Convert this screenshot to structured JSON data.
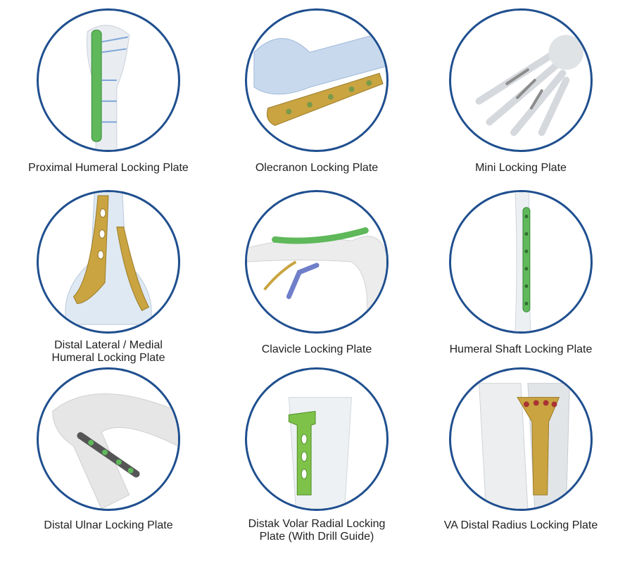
{
  "items": [
    {
      "label": "Proximal Humeral Locking Plate",
      "plate": "green"
    },
    {
      "label": "Olecranon Locking Plate",
      "plate": "gold"
    },
    {
      "label": "Mini Locking Plate",
      "plate": "grey"
    },
    {
      "label": "Distal Lateral / Medial\nHumeral Locking Plate",
      "plate": "gold"
    },
    {
      "label": "Clavicle Locking Plate",
      "plate": "green"
    },
    {
      "label": "Humeral Shaft Locking Plate",
      "plate": "green"
    },
    {
      "label": "Distal Ulnar Locking Plate",
      "plate": "grey"
    },
    {
      "label": "Distak Volar Radial Locking\nPlate (With Drill Guide)",
      "plate": "green"
    },
    {
      "label": "VA Distal Radius Locking Plate",
      "plate": "gold"
    }
  ],
  "colors": {
    "circle_border": "#1f4f8f",
    "bone": "#e9edf1",
    "plate_green": "#5fb85a",
    "plate_gold": "#c9a441",
    "plate_grey": "#8c8c8c",
    "screw_blue": "#7ea6d8"
  }
}
